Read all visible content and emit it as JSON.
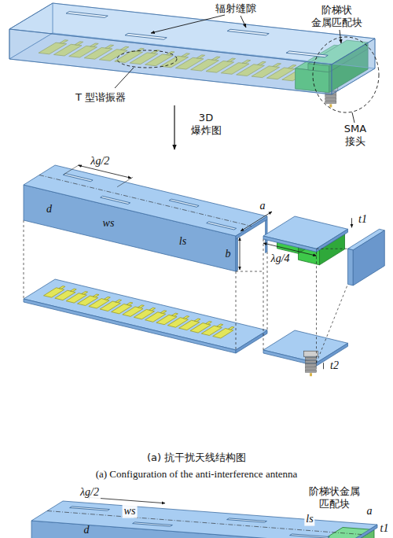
{
  "diagram": {
    "labels": [
      "辐射缝隙",
      "阶梯状 金属匹配块",
      "T 型谐振器",
      "3D 爆炸图",
      "SMA 接头",
      "λg/2",
      "d",
      "ws",
      "ls",
      "a",
      "b",
      "λg/4",
      "t1",
      "t2",
      "(a) 抗干扰天线结构图",
      "(a) Configuration of the anti-interference antenna",
      "λg/2",
      "ws",
      "d",
      "ls",
      "阶梯状金属 匹配块",
      "a",
      "t1"
    ]
  }
}
